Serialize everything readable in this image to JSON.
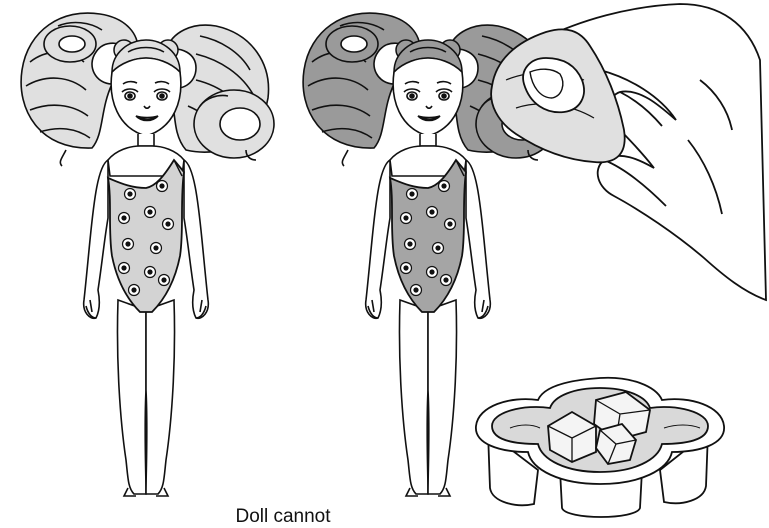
{
  "caption": "Doll cannot",
  "colors": {
    "ink": "#111111",
    "hair_light": "#e0e0e0",
    "hair_dark": "#9a9a9a",
    "swimsuit_light": "#d3d3d3",
    "swimsuit_dark": "#a5a5a5",
    "skin": "#ffffff",
    "water": "#d9d9d9",
    "ice": "#f4f4f4"
  },
  "figures": [
    {
      "name": "doll-before",
      "state": "light"
    },
    {
      "name": "doll-after",
      "state": "dark"
    }
  ],
  "props": [
    "hand-with-sponge-icon",
    "ice-water-tray-icon"
  ]
}
